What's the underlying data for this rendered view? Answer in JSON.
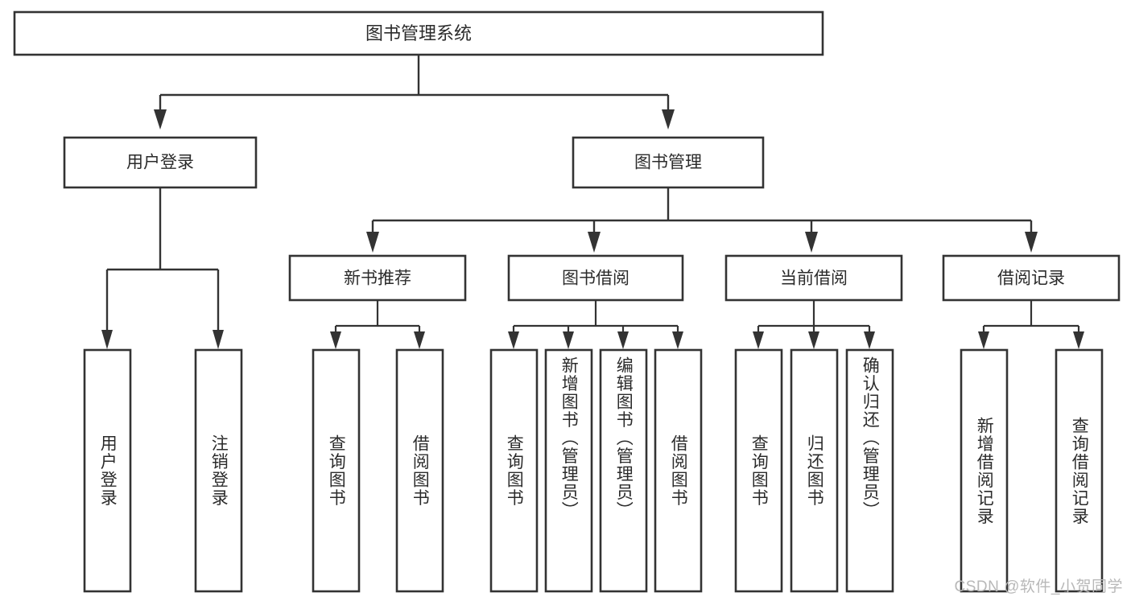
{
  "diagram": {
    "type": "hierarchy-tree",
    "title": "图书管理系统",
    "watermark": "CSDN @软件_小贺同学",
    "levels": {
      "root": {
        "label": "图书管理系统"
      },
      "level2": [
        {
          "label": "用户登录"
        },
        {
          "label": "图书管理"
        }
      ],
      "level3": [
        {
          "label": "新书推荐"
        },
        {
          "label": "图书借阅"
        },
        {
          "label": "当前借阅"
        },
        {
          "label": "借阅记录"
        }
      ]
    },
    "groups": [
      {
        "parent": "用户登录",
        "leaves": [
          {
            "label": "用户登录"
          },
          {
            "label": "注销登录"
          }
        ]
      },
      {
        "parent": "新书推荐",
        "leaves": [
          {
            "label": "查询图书"
          },
          {
            "label": "借阅图书"
          }
        ]
      },
      {
        "parent": "图书借阅",
        "leaves": [
          {
            "label": "查询图书"
          },
          {
            "label": "新增图书（管理员）"
          },
          {
            "label": "编辑图书（管理员）"
          },
          {
            "label": "借阅图书"
          }
        ]
      },
      {
        "parent": "当前借阅",
        "leaves": [
          {
            "label": "查询图书"
          },
          {
            "label": "归还图书"
          },
          {
            "label": "确认归还（管理员）"
          }
        ]
      },
      {
        "parent": "借阅记录",
        "leaves": [
          {
            "label": "新增借阅记录"
          },
          {
            "label": "查询借阅记录"
          }
        ]
      }
    ],
    "colors": {
      "box_stroke": "#333333",
      "box_fill": "#ffffff",
      "text": "#2b2b2b",
      "watermark": "#b8b8b8",
      "background": "#ffffff"
    }
  }
}
